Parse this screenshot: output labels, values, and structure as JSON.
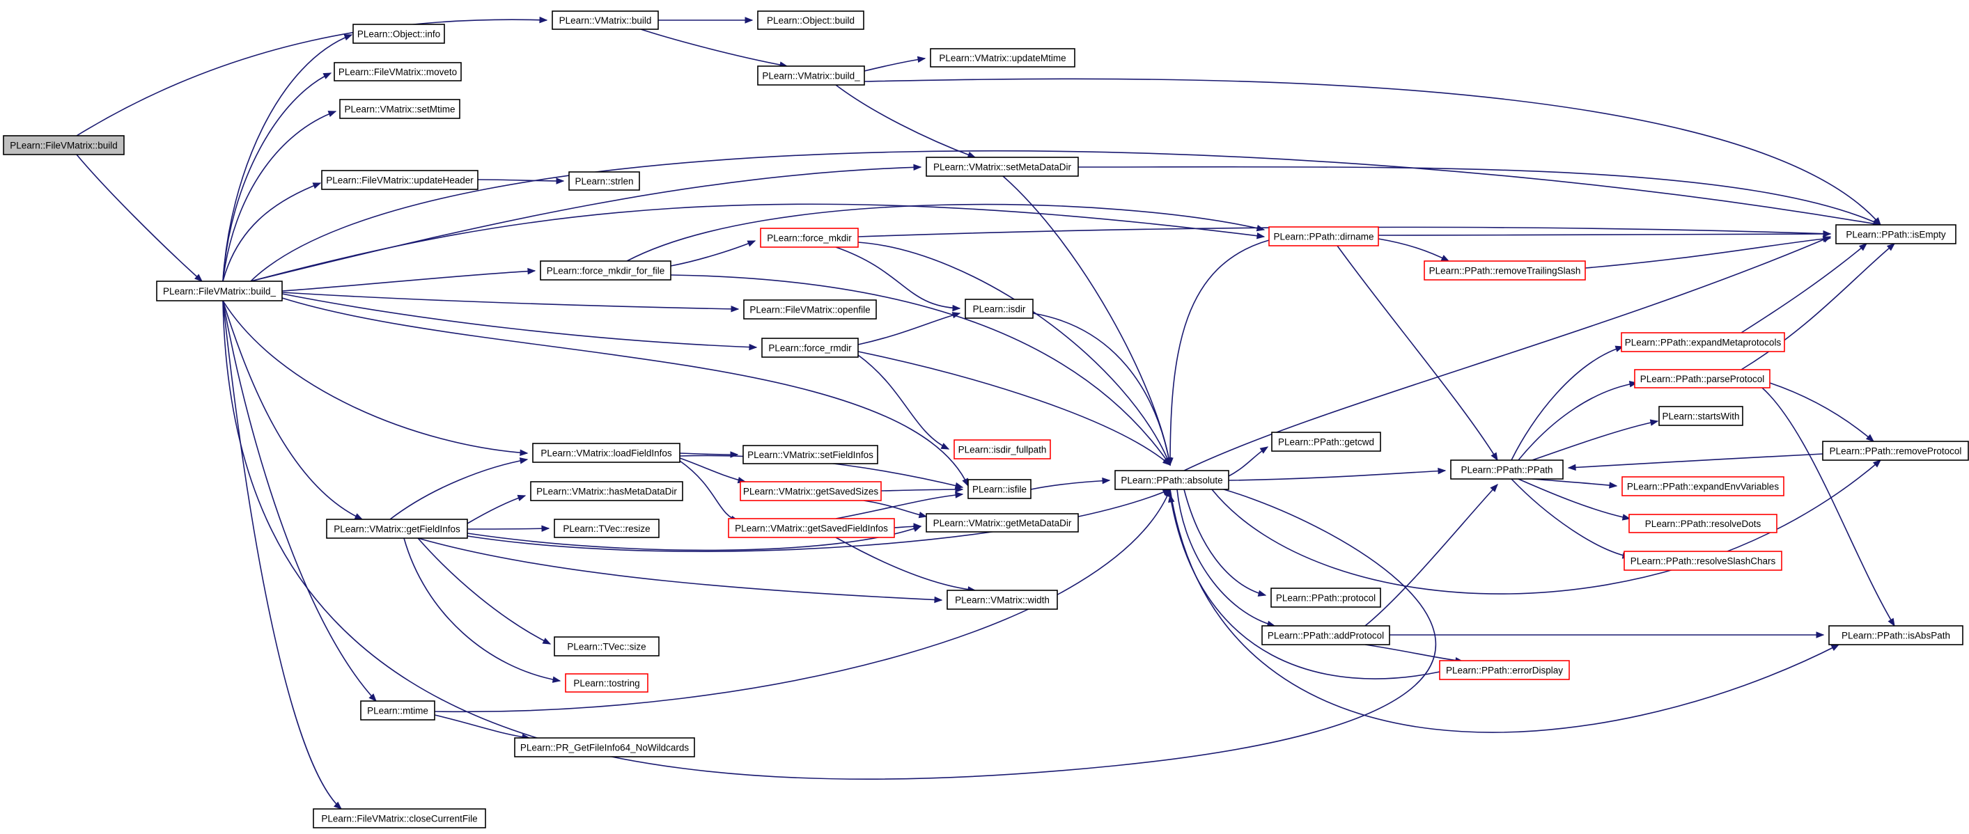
{
  "colors": {
    "edge": "#191970",
    "node_border_normal": "#000000",
    "node_border_truncated": "#ff0000",
    "root_fill": "#bfbfbf",
    "node_fill": "#ffffff"
  },
  "nodes": {
    "fvm_build": {
      "label": "PLearn::FileVMatrix::build",
      "style": "root"
    },
    "vm_build": {
      "label": "PLearn::VMatrix::build",
      "style": "normal"
    },
    "obj_build": {
      "label": "PLearn::Object::build",
      "style": "normal"
    },
    "obj_info": {
      "label": "PLearn::Object::info",
      "style": "normal"
    },
    "fvm_moveto": {
      "label": "PLearn::FileVMatrix::moveto",
      "style": "normal"
    },
    "vm_setmtime": {
      "label": "PLearn::VMatrix::setMtime",
      "style": "normal"
    },
    "vm_build_": {
      "label": "PLearn::VMatrix::build_",
      "style": "normal"
    },
    "vm_updatemtime": {
      "label": "PLearn::VMatrix::updateMtime",
      "style": "normal"
    },
    "fvm_updateheader": {
      "label": "PLearn::FileVMatrix::updateHeader",
      "style": "normal"
    },
    "strlen": {
      "label": "PLearn::strlen",
      "style": "normal"
    },
    "vm_setmetadatadir": {
      "label": "PLearn::VMatrix::setMetaDataDir",
      "style": "normal"
    },
    "fvm_build_": {
      "label": "PLearn::FileVMatrix::build_",
      "style": "normal"
    },
    "force_mkdir_for_file": {
      "label": "PLearn::force_mkdir_for_file",
      "style": "normal"
    },
    "force_mkdir": {
      "label": "PLearn::force_mkdir",
      "style": "truncated"
    },
    "pp_dirname": {
      "label": "PLearn::PPath::dirname",
      "style": "truncated"
    },
    "pp_removetrailingslash": {
      "label": "PLearn::PPath::removeTrailingSlash",
      "style": "truncated"
    },
    "pp_isempty": {
      "label": "PLearn::PPath::isEmpty",
      "style": "normal"
    },
    "fvm_openfile": {
      "label": "PLearn::FileVMatrix::openfile",
      "style": "normal"
    },
    "isdir": {
      "label": "PLearn::isdir",
      "style": "normal"
    },
    "force_rmdir": {
      "label": "PLearn::force_rmdir",
      "style": "normal"
    },
    "isdir_fullpath": {
      "label": "PLearn::isdir_fullpath",
      "style": "truncated"
    },
    "pp_expandmetaprotocols": {
      "label": "PLearn::PPath::expandMetaprotocols",
      "style": "truncated"
    },
    "pp_parseprotocol": {
      "label": "PLearn::PPath::parseProtocol",
      "style": "truncated"
    },
    "startswith": {
      "label": "PLearn::startsWith",
      "style": "normal"
    },
    "vm_loadfieldinfos": {
      "label": "PLearn::VMatrix::loadFieldInfos",
      "style": "normal"
    },
    "vm_setfieldinfos": {
      "label": "PLearn::VMatrix::setFieldInfos",
      "style": "normal"
    },
    "pp_getcwd": {
      "label": "PLearn::PPath::getcwd",
      "style": "normal"
    },
    "pp_removeprotocol": {
      "label": "PLearn::PPath::removeProtocol",
      "style": "normal"
    },
    "vm_getsavedsizes": {
      "label": "PLearn::VMatrix::getSavedSizes",
      "style": "truncated"
    },
    "isfile": {
      "label": "PLearn::isfile",
      "style": "normal"
    },
    "pp_absolute": {
      "label": "PLearn::PPath::absolute",
      "style": "normal"
    },
    "pp_ppath": {
      "label": "PLearn::PPath::PPath",
      "style": "normal"
    },
    "pp_expandenvvariables": {
      "label": "PLearn::PPath::expandEnvVariables",
      "style": "truncated"
    },
    "vm_hasmetadatadir": {
      "label": "PLearn::VMatrix::hasMetaDataDir",
      "style": "normal"
    },
    "vm_getfieldinfos": {
      "label": "PLearn::VMatrix::getFieldInfos",
      "style": "normal"
    },
    "tvec_resize": {
      "label": "PLearn::TVec::resize",
      "style": "normal"
    },
    "vm_getsavedfieldinfos": {
      "label": "PLearn::VMatrix::getSavedFieldInfos",
      "style": "truncated"
    },
    "vm_getmetadatadir": {
      "label": "PLearn::VMatrix::getMetaDataDir",
      "style": "normal"
    },
    "pp_resolvedots": {
      "label": "PLearn::PPath::resolveDots",
      "style": "truncated"
    },
    "pp_resolveslashchars": {
      "label": "PLearn::PPath::resolveSlashChars",
      "style": "truncated"
    },
    "vm_width": {
      "label": "PLearn::VMatrix::width",
      "style": "normal"
    },
    "pp_protocol": {
      "label": "PLearn::PPath::protocol",
      "style": "normal"
    },
    "pp_addprotocol": {
      "label": "PLearn::PPath::addProtocol",
      "style": "normal"
    },
    "pp_isabspath": {
      "label": "PLearn::PPath::isAbsPath",
      "style": "normal"
    },
    "tvec_size": {
      "label": "PLearn::TVec::size",
      "style": "normal"
    },
    "pp_errordisplay": {
      "label": "PLearn::PPath::errorDisplay",
      "style": "truncated"
    },
    "tostring": {
      "label": "PLearn::tostring",
      "style": "truncated"
    },
    "mtime": {
      "label": "PLearn::mtime",
      "style": "normal"
    },
    "pr_getfileinfo64": {
      "label": "PLearn::PR_GetFileInfo64_NoWildcards",
      "style": "normal"
    },
    "fvm_closecurrentfile": {
      "label": "PLearn::FileVMatrix::closeCurrentFile",
      "style": "normal"
    }
  },
  "edges": [
    [
      "fvm_build",
      "vm_build"
    ],
    [
      "fvm_build",
      "fvm_build_"
    ],
    [
      "vm_build",
      "obj_build"
    ],
    [
      "vm_build",
      "vm_build_"
    ],
    [
      "vm_build_",
      "vm_updatemtime"
    ],
    [
      "vm_build_",
      "vm_setmetadatadir"
    ],
    [
      "vm_build_",
      "pp_isempty"
    ],
    [
      "fvm_build_",
      "obj_info"
    ],
    [
      "fvm_build_",
      "fvm_moveto"
    ],
    [
      "fvm_build_",
      "vm_setmtime"
    ],
    [
      "fvm_build_",
      "fvm_updateheader"
    ],
    [
      "fvm_build_",
      "vm_setmetadatadir"
    ],
    [
      "fvm_build_",
      "pp_dirname"
    ],
    [
      "fvm_build_",
      "pp_isempty"
    ],
    [
      "fvm_build_",
      "force_mkdir_for_file"
    ],
    [
      "fvm_build_",
      "fvm_openfile"
    ],
    [
      "fvm_build_",
      "force_rmdir"
    ],
    [
      "fvm_build_",
      "isfile"
    ],
    [
      "fvm_build_",
      "vm_loadfieldinfos"
    ],
    [
      "fvm_build_",
      "vm_getfieldinfos"
    ],
    [
      "fvm_build_",
      "mtime"
    ],
    [
      "fvm_build_",
      "pp_absolute"
    ],
    [
      "fvm_build_",
      "fvm_closecurrentfile"
    ],
    [
      "fvm_updateheader",
      "strlen"
    ],
    [
      "vm_setmetadatadir",
      "pp_absolute"
    ],
    [
      "vm_setmetadatadir",
      "pp_isempty"
    ],
    [
      "force_mkdir_for_file",
      "force_mkdir"
    ],
    [
      "force_mkdir_for_file",
      "pp_dirname"
    ],
    [
      "force_mkdir_for_file",
      "pp_absolute"
    ],
    [
      "force_mkdir",
      "isdir"
    ],
    [
      "force_mkdir",
      "pp_absolute"
    ],
    [
      "force_mkdir",
      "pp_isempty"
    ],
    [
      "force_rmdir",
      "isdir"
    ],
    [
      "force_rmdir",
      "isdir_fullpath"
    ],
    [
      "force_rmdir",
      "pp_absolute"
    ],
    [
      "isdir",
      "pp_absolute"
    ],
    [
      "isfile",
      "pp_absolute"
    ],
    [
      "vm_loadfieldinfos",
      "vm_setfieldinfos"
    ],
    [
      "vm_loadfieldinfos",
      "vm_getsavedsizes"
    ],
    [
      "vm_loadfieldinfos",
      "vm_getsavedfieldinfos"
    ],
    [
      "vm_loadfieldinfos",
      "isfile"
    ],
    [
      "vm_getsavedsizes",
      "isfile"
    ],
    [
      "vm_getsavedsizes",
      "vm_getmetadatadir"
    ],
    [
      "vm_getsavedfieldinfos",
      "isfile"
    ],
    [
      "vm_getsavedfieldinfos",
      "vm_getmetadatadir"
    ],
    [
      "vm_getsavedfieldinfos",
      "vm_width"
    ],
    [
      "vm_getfieldinfos",
      "vm_loadfieldinfos"
    ],
    [
      "vm_getfieldinfos",
      "vm_hasmetadatadir"
    ],
    [
      "vm_getfieldinfos",
      "tvec_resize"
    ],
    [
      "vm_getfieldinfos",
      "vm_getmetadatadir"
    ],
    [
      "vm_getfieldinfos",
      "vm_width"
    ],
    [
      "vm_getfieldinfos",
      "tvec_size"
    ],
    [
      "vm_getfieldinfos",
      "tostring"
    ],
    [
      "vm_getfieldinfos",
      "pp_absolute"
    ],
    [
      "mtime",
      "pr_getfileinfo64"
    ],
    [
      "mtime",
      "pp_absolute"
    ],
    [
      "pp_absolute",
      "pp_getcwd"
    ],
    [
      "pp_absolute",
      "pp_ppath"
    ],
    [
      "pp_absolute",
      "pp_protocol"
    ],
    [
      "pp_absolute",
      "pp_addprotocol"
    ],
    [
      "pp_absolute",
      "pp_isempty"
    ],
    [
      "pp_absolute",
      "pp_removeprotocol"
    ],
    [
      "pp_absolute",
      "pp_isabspath"
    ],
    [
      "pp_dirname",
      "pp_removetrailingslash"
    ],
    [
      "pp_dirname",
      "pp_ppath"
    ],
    [
      "pp_dirname",
      "pp_isempty"
    ],
    [
      "pp_dirname",
      "pp_absolute"
    ],
    [
      "pp_removetrailingslash",
      "pp_isempty"
    ],
    [
      "pp_ppath",
      "pp_expandmetaprotocols"
    ],
    [
      "pp_ppath",
      "pp_parseprotocol"
    ],
    [
      "pp_ppath",
      "startswith"
    ],
    [
      "pp_ppath",
      "pp_expandenvvariables"
    ],
    [
      "pp_ppath",
      "pp_resolvedots"
    ],
    [
      "pp_ppath",
      "pp_resolveslashchars"
    ],
    [
      "pp_expandmetaprotocols",
      "pp_isempty"
    ],
    [
      "pp_parseprotocol",
      "pp_isempty"
    ],
    [
      "pp_parseprotocol",
      "pp_removeprotocol"
    ],
    [
      "pp_parseprotocol",
      "pp_isabspath"
    ],
    [
      "pp_removeprotocol",
      "pp_ppath"
    ],
    [
      "pp_addprotocol",
      "pp_ppath"
    ],
    [
      "pp_addprotocol",
      "pp_isabspath"
    ],
    [
      "pp_addprotocol",
      "pp_errordisplay"
    ],
    [
      "pp_errordisplay",
      "pp_absolute"
    ]
  ]
}
